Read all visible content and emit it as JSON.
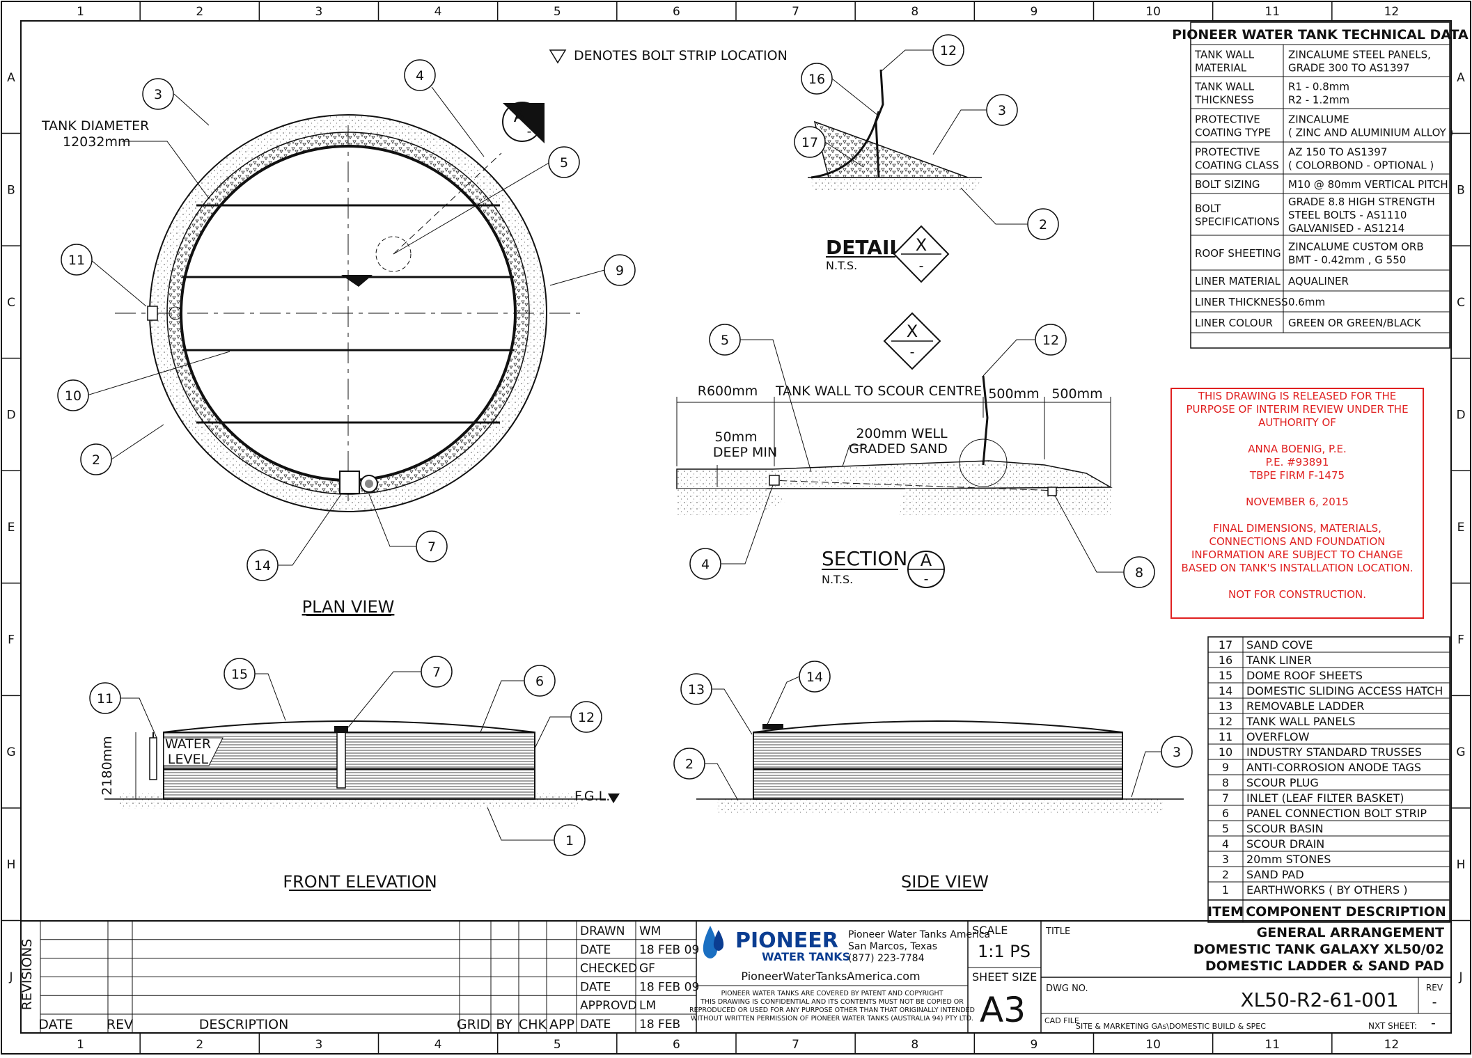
{
  "grid": {
    "cols": [
      "1",
      "2",
      "3",
      "4",
      "5",
      "6",
      "7",
      "8",
      "9",
      "10",
      "11",
      "12"
    ],
    "rows": [
      "A",
      "B",
      "C",
      "D",
      "E",
      "F",
      "G",
      "H",
      "J"
    ]
  },
  "notes": {
    "bolt_strip": "DENOTES BOLT STRIP LOCATION"
  },
  "plan_view": {
    "title": "PLAN VIEW",
    "diameter_label": "TANK DIAMETER",
    "diameter_value": "12032mm",
    "section_marker": "A",
    "section_marker_sub": "-"
  },
  "detail_x": {
    "title": "DETAIL",
    "scale": "N.T.S.",
    "marker": "X",
    "marker_sub": "-"
  },
  "section_a": {
    "title": "SECTION",
    "scale": "N.T.S.",
    "marker": "A",
    "marker_sub": "-",
    "x_marker": "X",
    "x_marker_sub": "-",
    "dims": {
      "r600": "R600mm",
      "wall_to_scour": "TANK WALL TO SCOUR CENTRE",
      "d500a": "500mm",
      "d500b": "500mm",
      "deep_min_1": "50mm",
      "deep_min_2": "DEEP MIN",
      "sand_1": "200mm WELL",
      "sand_2": "GRADED SAND"
    }
  },
  "front_elevation": {
    "title": "FRONT ELEVATION",
    "height": "2180mm",
    "water_1": "WATER",
    "water_2": "LEVEL",
    "fgl": "F.G.L."
  },
  "side_view": {
    "title": "SIDE VIEW"
  },
  "tech_data": {
    "title": "PIONEER WATER TANK TECHNICAL DATA",
    "rows": [
      {
        "k1": "TANK WALL",
        "k2": "MATERIAL",
        "v1": "ZINCALUME STEEL PANELS,",
        "v2": "GRADE 300  TO AS1397",
        "v3": ""
      },
      {
        "k1": "TANK WALL",
        "k2": "THICKNESS",
        "v1": "R1 - 0.8mm",
        "v2": "R2 - 1.2mm",
        "v3": ""
      },
      {
        "k1": "PROTECTIVE",
        "k2": "COATING TYPE",
        "v1": "ZINCALUME",
        "v2": "( ZINC AND ALUMINIUM ALLOY )",
        "v3": ""
      },
      {
        "k1": "PROTECTIVE",
        "k2": "COATING CLASS",
        "v1": "AZ 150 TO AS1397",
        "v2": "( COLORBOND - OPTIONAL )",
        "v3": ""
      },
      {
        "k1": "BOLT SIZING",
        "k2": "",
        "v1": "M10 @ 80mm VERTICAL PITCH",
        "v2": "",
        "v3": ""
      },
      {
        "k1": "BOLT",
        "k2": "SPECIFICATIONS",
        "v1": "GRADE 8.8 HIGH STRENGTH",
        "v2": "STEEL BOLTS - AS1110",
        "v3": "GALVANISED - AS1214"
      },
      {
        "k1": "ROOF SHEETING",
        "k2": "",
        "v1": "ZINCALUME CUSTOM ORB",
        "v2": "BMT - 0.42mm , G 550",
        "v3": ""
      },
      {
        "k1": "LINER MATERIAL",
        "k2": "",
        "v1": "AQUALINER",
        "v2": "",
        "v3": ""
      },
      {
        "k1": "LINER THICKNESS",
        "k2": "",
        "v1": "0.6mm",
        "v2": "",
        "v3": ""
      },
      {
        "k1": "LINER COLOUR",
        "k2": "",
        "v1": "GREEN OR GREEN/BLACK",
        "v2": "",
        "v3": ""
      }
    ]
  },
  "stamp": {
    "lines": [
      "THIS DRAWING IS RELEASED FOR THE",
      "PURPOSE OF INTERIM REVIEW UNDER THE",
      "AUTHORITY OF",
      "",
      "ANNA BOENIG, P.E.",
      "P.E. #93891",
      "TBPE FIRM F-1475",
      "",
      "NOVEMBER 6, 2015",
      "",
      "FINAL DIMENSIONS, MATERIALS,",
      "CONNECTIONS AND FOUNDATION",
      "INFORMATION ARE SUBJECT TO CHANGE",
      "BASED ON TANK'S INSTALLATION LOCATION.",
      "",
      "NOT FOR CONSTRUCTION."
    ]
  },
  "components": {
    "header_item": "ITEM",
    "header_desc": "COMPONENT DESCRIPTION",
    "items": [
      {
        "n": "17",
        "d": "SAND COVE"
      },
      {
        "n": "16",
        "d": "TANK LINER"
      },
      {
        "n": "15",
        "d": "DOME ROOF SHEETS"
      },
      {
        "n": "14",
        "d": "DOMESTIC SLIDING ACCESS HATCH"
      },
      {
        "n": "13",
        "d": "REMOVABLE LADDER"
      },
      {
        "n": "12",
        "d": "TANK WALL PANELS"
      },
      {
        "n": "11",
        "d": "OVERFLOW"
      },
      {
        "n": "10",
        "d": "INDUSTRY STANDARD TRUSSES"
      },
      {
        "n": "9",
        "d": "ANTI-CORROSION ANODE TAGS"
      },
      {
        "n": "8",
        "d": "SCOUR PLUG"
      },
      {
        "n": "7",
        "d": "INLET (LEAF FILTER BASKET)"
      },
      {
        "n": "6",
        "d": "PANEL CONNECTION BOLT STRIP"
      },
      {
        "n": "5",
        "d": "SCOUR BASIN"
      },
      {
        "n": "4",
        "d": "SCOUR DRAIN"
      },
      {
        "n": "3",
        "d": "20mm STONES"
      },
      {
        "n": "2",
        "d": "SAND PAD"
      },
      {
        "n": "1",
        "d": "EARTHWORKS ( BY OTHERS )"
      }
    ]
  },
  "title_block": {
    "revisions": "REVISIONS",
    "rev_headers": {
      "date": "DATE",
      "rev": "REV",
      "desc": "DESCRIPTION",
      "grid": "GRID",
      "by": "BY",
      "chk": "CHK",
      "app": "APP"
    },
    "approvals": [
      {
        "k": "DRAWN",
        "v": "WM"
      },
      {
        "k": "DATE",
        "v": "18 FEB 09"
      },
      {
        "k": "CHECKED",
        "v": "GF"
      },
      {
        "k": "DATE",
        "v": "18 FEB 09"
      },
      {
        "k": "APPROVD",
        "v": "LM"
      },
      {
        "k": "DATE",
        "v": "18 FEB"
      }
    ],
    "company": {
      "brand": "PIONEER",
      "brand_sub": "WATER TANKS",
      "name": "Pioneer Water Tanks America",
      "city": "San Marcos, Texas",
      "phone": "(877) 223-7784",
      "url": "PioneerWaterTanksAmerica.com",
      "legal": [
        "PIONEER WATER TANKS  ARE COVERED BY PATENT AND COPYRIGHT",
        "THIS DRAWING IS CONFIDENTIAL  AND ITS CONTENTS MUST NOT  BE COPIED  OR",
        "REPRODUCED OR USED FOR ANY PURPOSE OTHER THAN THAT ORIGINALLY INTENDED",
        "WITHOUT WRITTEN PERMISSION OF PIONEER WATER TANKS (AUSTRALIA 94) PTY LTD."
      ]
    },
    "scale_label": "SCALE",
    "scale_value": "1:1 PS",
    "sheet_label": "SHEET SIZE",
    "sheet_value": "A3",
    "title_label": "TITLE",
    "title_lines": [
      "GENERAL ARRANGEMENT",
      "DOMESTIC TANK GALAXY XL50/02",
      "DOMESTIC LADDER & SAND PAD"
    ],
    "dwg_label": "DWG NO.",
    "dwg_value": "XL50-R2-61-001",
    "rev_label": "REV",
    "rev_value": "-",
    "cad_label": "CAD FILE",
    "cad_value": "SITE & MARKETING GAs\\DOMESTIC BUILD & SPEC",
    "nxt_label": "NXT SHEET:",
    "nxt_value": "-"
  },
  "callouts": {
    "plan": [
      "3",
      "4",
      "5",
      "11",
      "9",
      "10",
      "2",
      "14",
      "7"
    ],
    "detail": [
      "12",
      "16",
      "3",
      "17",
      "2"
    ],
    "section": [
      "5",
      "12",
      "4",
      "8"
    ],
    "front": [
      "15",
      "7",
      "6",
      "11",
      "12",
      "1"
    ],
    "side": [
      "14",
      "13",
      "2",
      "3"
    ]
  }
}
